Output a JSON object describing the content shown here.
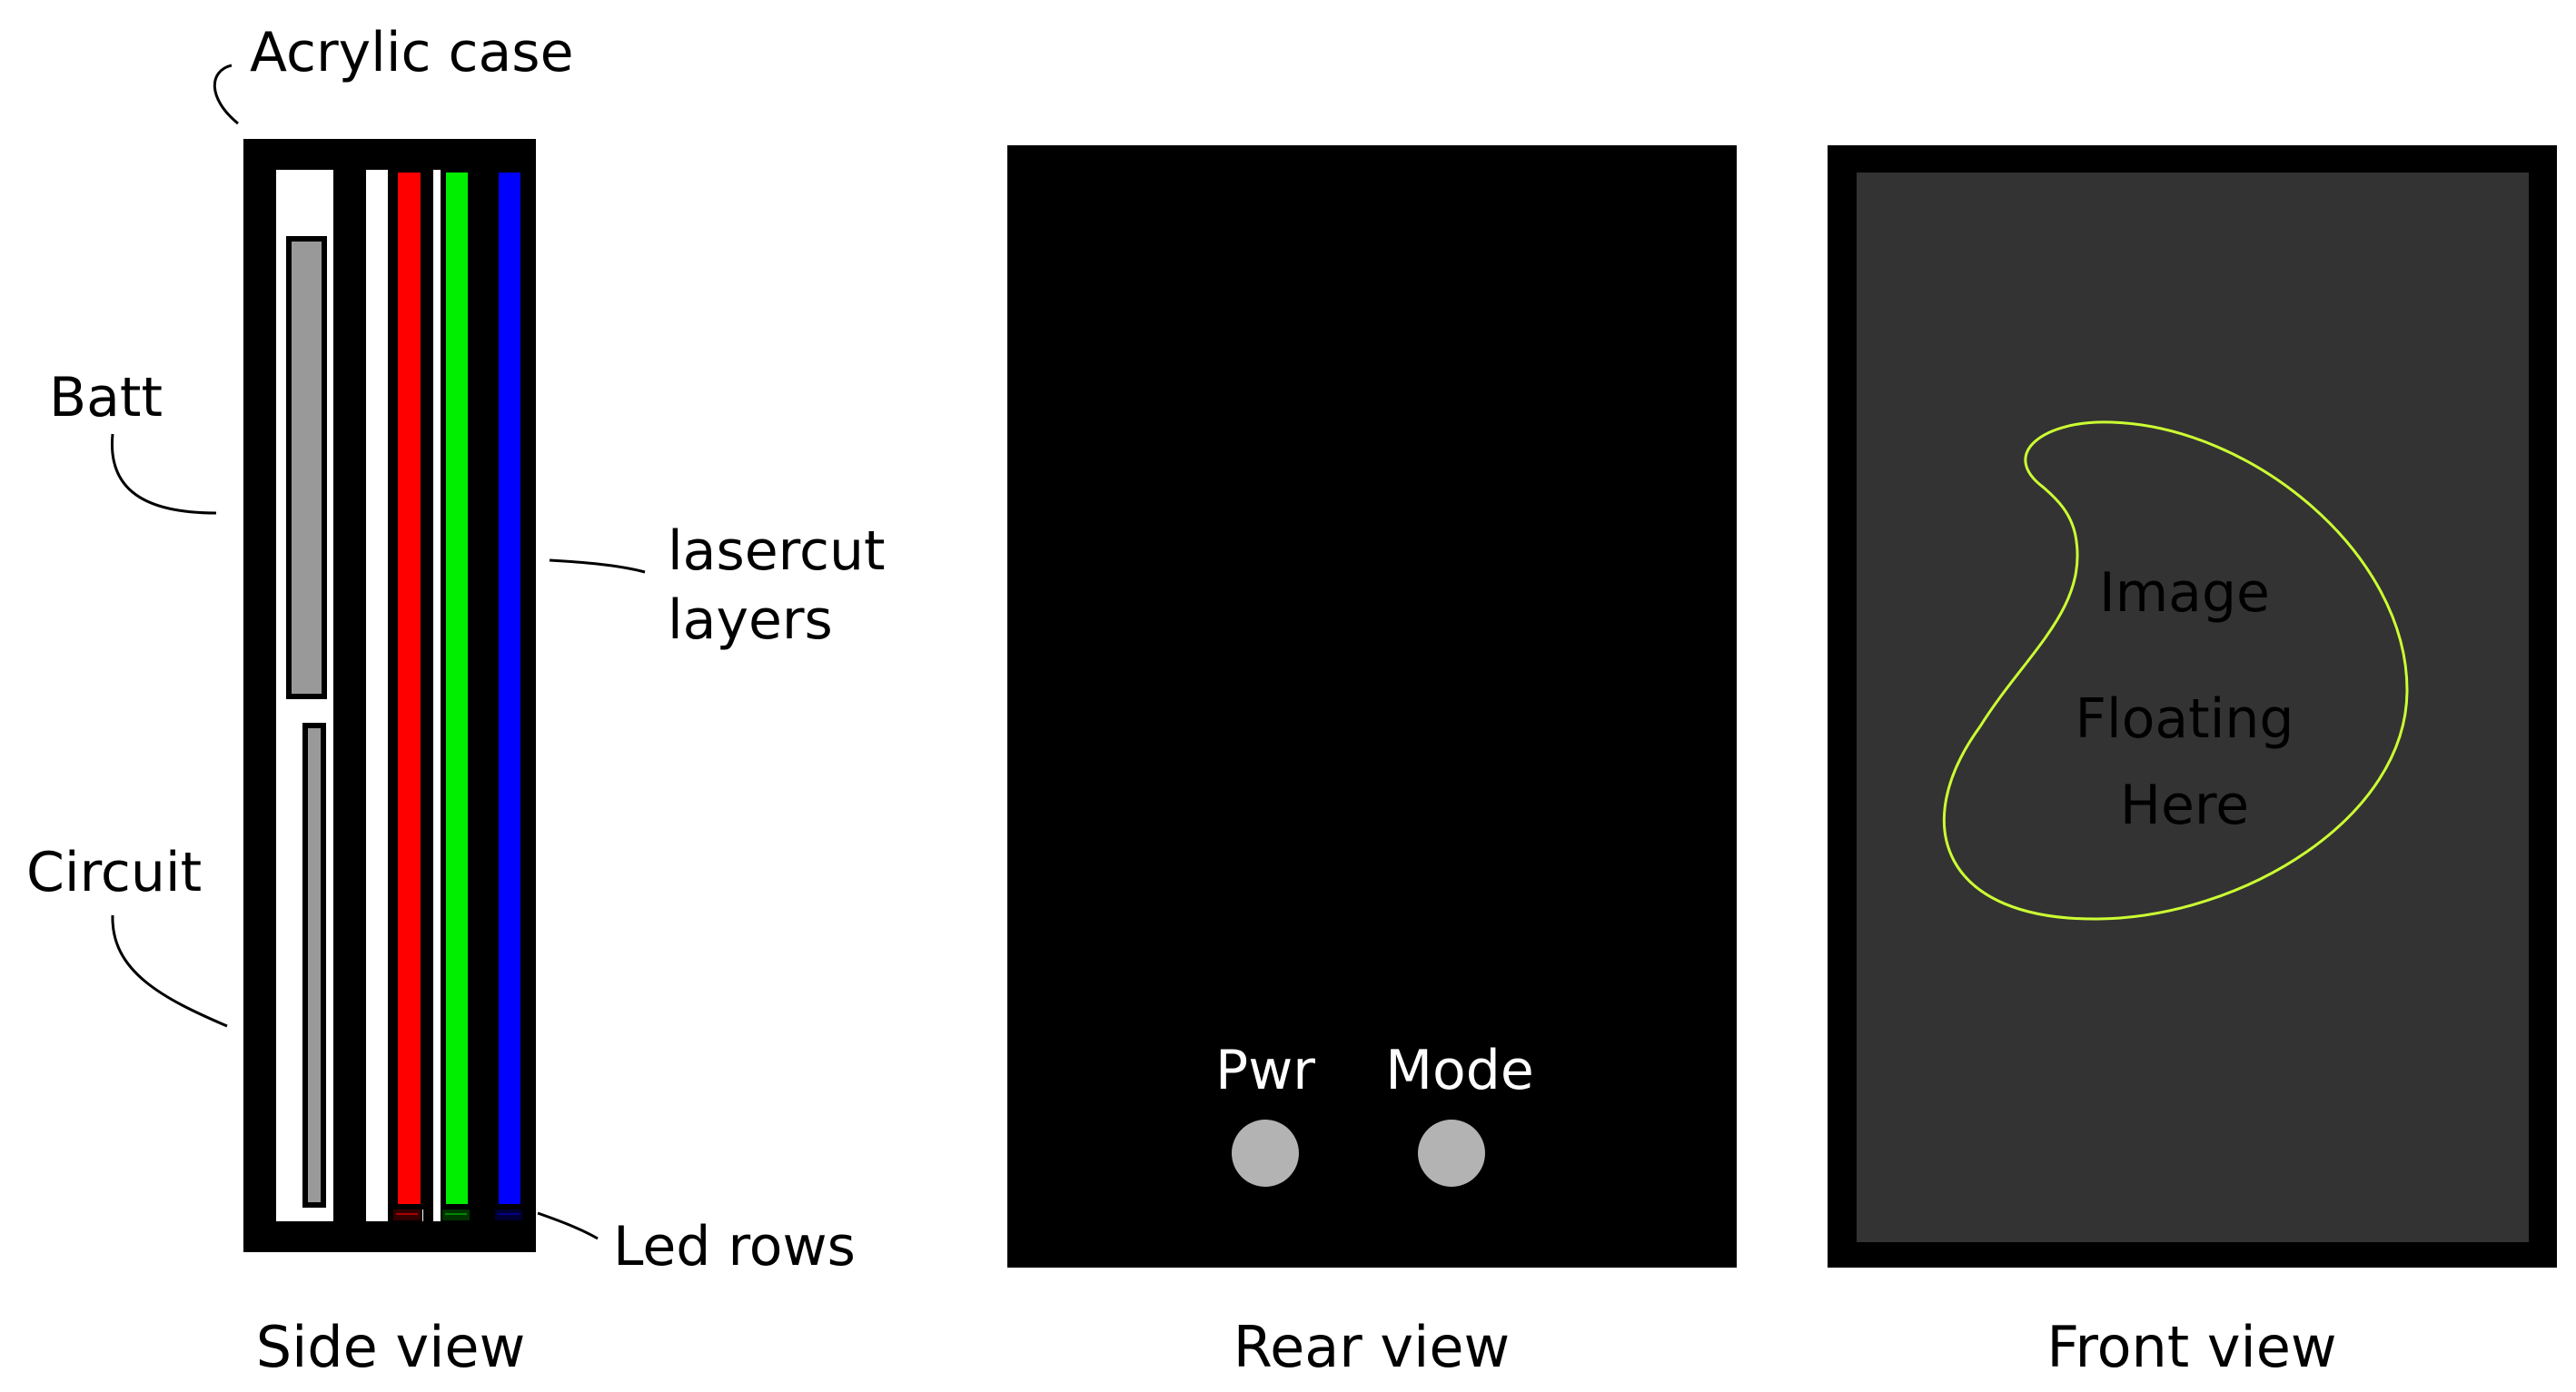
{
  "side_view": {
    "caption": "Side view",
    "labels": {
      "case": "Acrylic case",
      "battery": "Batt",
      "circuit": "Circuit",
      "layers_line1": "lasercut",
      "layers_line2": "layers",
      "leds": "Led rows"
    },
    "layer_colors": [
      "#ff0000",
      "#00ee00",
      "#0000ff"
    ]
  },
  "rear_view": {
    "caption": "Rear view",
    "buttons": [
      {
        "label": "Pwr"
      },
      {
        "label": "Mode"
      }
    ]
  },
  "front_view": {
    "caption": "Front view",
    "words": [
      {
        "text": "Image",
        "color": "#ff0000"
      },
      {
        "text": "Floating",
        "color": "#00ee00"
      },
      {
        "text": "Here",
        "color": "#0000ff"
      }
    ],
    "outline_color": "#ccff33"
  }
}
